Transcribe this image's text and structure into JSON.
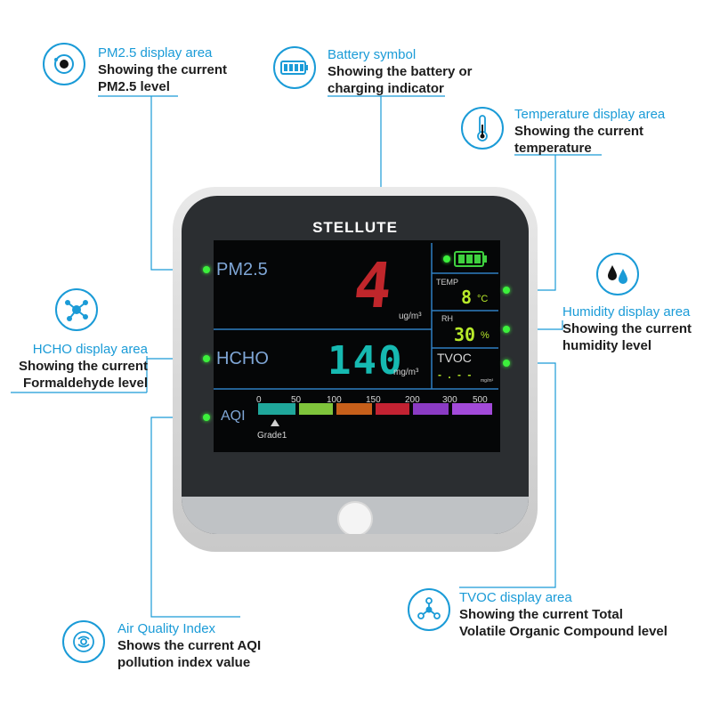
{
  "callouts": {
    "pm25": {
      "title": "PM2.5 display area",
      "line1": "Showing the current",
      "line2": "PM2.5 level"
    },
    "battery": {
      "title": "Battery symbol",
      "line1": "Showing the battery or",
      "line2": "charging indicator"
    },
    "temperature": {
      "title": "Temperature display area",
      "line1": "Showing the current",
      "line2": "temperature"
    },
    "humidity": {
      "title": "Humidity display area",
      "line1": "Showing the current",
      "line2": "humidity level"
    },
    "hcho": {
      "title": "HCHO display area",
      "line1": "Showing the current",
      "line2": "Formaldehyde level"
    },
    "tvoc": {
      "title": "TVOC display area",
      "line1": "Showing the current Total",
      "line2": "Volatile Organic Compound level"
    },
    "aqi": {
      "title": "Air Quality Index",
      "line1": "Shows the current AQI",
      "line2": "pollution index value"
    }
  },
  "device": {
    "brand": "STELLUTE",
    "pm25_label": "PM2.5",
    "pm25_value": "4",
    "pm25_unit": "ug/m³",
    "hcho_label": "HCHO",
    "hcho_value": "140",
    "hcho_unit": "mg/m³",
    "temp_label": "TEMP",
    "temp_value": "8",
    "temp_unit": "°C",
    "rh_label": "RH",
    "rh_value": "30",
    "rh_unit": "%",
    "tvoc_label": "TVOC",
    "tvoc_value": "- . - -",
    "tvoc_unit": "mg/m³",
    "aqi_label": "AQI",
    "aqi_scale": [
      "0",
      "50",
      "100",
      "150",
      "200",
      "300",
      "500"
    ],
    "aqi_grade": "Grade1"
  },
  "colors": {
    "accent": "#1a9bd7",
    "pm25_digit": "#c0262b",
    "hcho_digit": "#16b9b1",
    "lcd_green": "#b8ea2a",
    "aqi_bars": [
      "#1fa79b",
      "#7fc43b",
      "#c75f1a",
      "#c32232",
      "#8b3bc4",
      "#a24ad9"
    ]
  }
}
